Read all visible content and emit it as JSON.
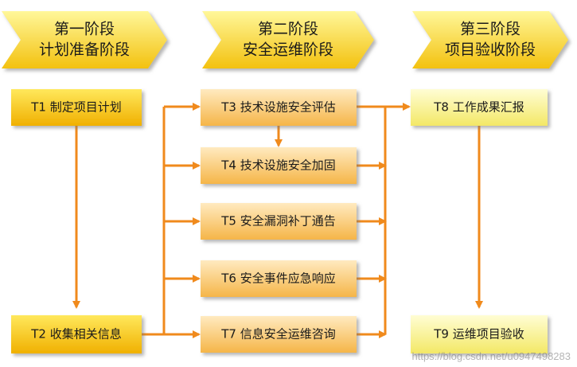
{
  "phases": [
    {
      "line1": "第一阶段",
      "line2": "计划准备阶段"
    },
    {
      "line1": "第二阶段",
      "line2": "安全运维阶段"
    },
    {
      "line1": "第三阶段",
      "line2": "项目验收阶段"
    }
  ],
  "tasks": {
    "t1": "T1 制定项目计划",
    "t2": "T2 收集相关信息",
    "t3": "T3 技术设施安全评估",
    "t4": "T4 技术设施安全加固",
    "t5": "T5 安全漏洞补丁通告",
    "t6": "T6 安全事件应急响应",
    "t7": "T7 信息安全运维咨询",
    "t8": "T8 工作成果汇报",
    "t9": "T9 运维项目验收"
  },
  "watermark": "https://blog.csdn.net/u0947498283",
  "colors": {
    "arrow": "#f08a1c",
    "phase_header_top": "#fff58a",
    "phase_header_bottom": "#f5c20e",
    "phase1_box_top": "#ffe64a",
    "phase1_box_bottom": "#f2b200",
    "phase2_box_top": "#ffe7b3",
    "phase2_box_bottom": "#f6b64a",
    "phase3_box_top": "#fffcc9",
    "phase3_box_bottom": "#f4ea68"
  }
}
